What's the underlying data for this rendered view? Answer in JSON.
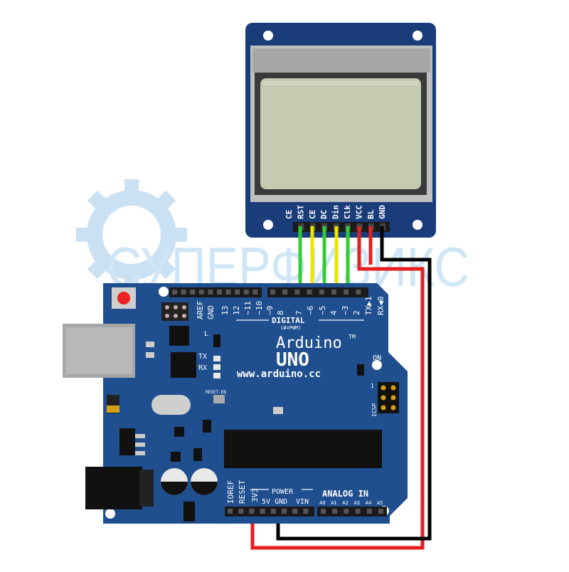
{
  "watermark": {
    "text": "СУПЕРФИЗИКС"
  },
  "lcd": {
    "pins": [
      "CE",
      "RST",
      "CE",
      "DC",
      "Din",
      "Clk",
      "VCC",
      "BL",
      "GND"
    ]
  },
  "board": {
    "brand": "Arduino",
    "tm": "TM",
    "model": "UNO",
    "url": "www.arduino.cc",
    "digital_label": "DIGITAL",
    "pwm_note": "(#=PWM)",
    "on_label": "ON",
    "icsp_label": "ICSP",
    "icsp_pin": "1",
    "l_label": "L",
    "tx_led": "TX",
    "rx_led": "RX",
    "reset_en": "RESET-EN",
    "power_label": "POWER",
    "analog_label": "ANALOG IN",
    "digital_pins": [
      "AREF",
      "GND",
      "13",
      "12",
      "~11",
      "~10",
      "~9",
      "8",
      "7",
      "~6",
      "~5",
      "4",
      "~3",
      "2",
      "TX▶1",
      "RX◀0"
    ],
    "power_pins": [
      "IOREF",
      "RESET",
      "3V3",
      "5V",
      "GND",
      "VIN"
    ],
    "analog_pins": [
      "A0",
      "A1",
      "A2",
      "A3",
      "A4",
      "A5"
    ]
  },
  "colors": {
    "board": "#1f4f8f",
    "lcd_pcb": "#1a3d7a",
    "screen": "#c4cbb0",
    "wire_green": "#33cc33",
    "wire_yellow": "#e8e800",
    "wire_red": "#e61e1e",
    "wire_black": "#000000"
  }
}
